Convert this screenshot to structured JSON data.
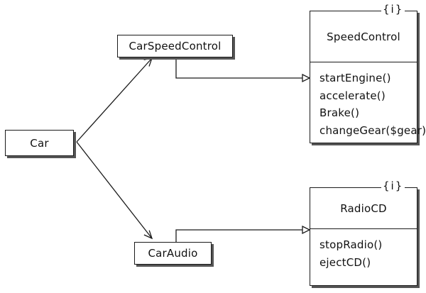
{
  "diagram": {
    "nodes": {
      "car": {
        "label": "Car"
      },
      "car_speed_control": {
        "label": "CarSpeedControl"
      },
      "car_audio": {
        "label": "CarAudio"
      },
      "speed_control": {
        "title": "SpeedControl",
        "marker": "{i}",
        "methods": [
          "startEngine()",
          "accelerate()",
          "Brake()",
          "changeGear($gear)"
        ]
      },
      "radio_cd": {
        "title": "RadioCD",
        "marker": "{i}",
        "methods": [
          "stopRadio()",
          "ejectCD()"
        ]
      }
    },
    "edges": [
      {
        "from": "car",
        "to": "car_speed_control",
        "arrow": "open"
      },
      {
        "from": "car",
        "to": "car_audio",
        "arrow": "open"
      },
      {
        "from": "car_speed_control",
        "to": "speed_control",
        "arrow": "hollow-triangle"
      },
      {
        "from": "car_audio",
        "to": "radio_cd",
        "arrow": "hollow-triangle"
      }
    ]
  }
}
